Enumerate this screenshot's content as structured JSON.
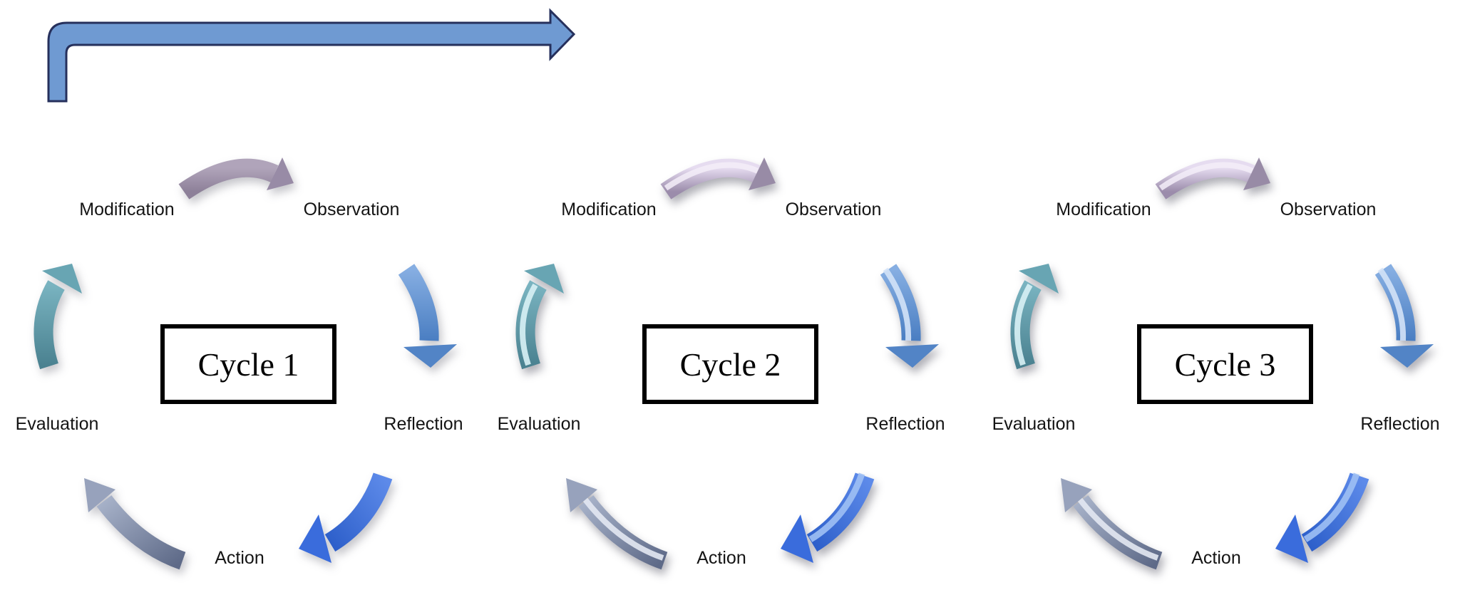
{
  "background": "#FFFFFF",
  "flow_arrow": {
    "fill": "#6F9AD2",
    "outline": "#26305C"
  },
  "text_color": "#141414",
  "box": {
    "border_color": "#000000",
    "background": "#FFFFFF"
  },
  "arrow_colors": {
    "modification_to_observation_flat": "#9C8FA9",
    "modification_to_observation_glossy": "#C9BBD8",
    "evaluation_to_modification": "#5E98A6",
    "observation_to_reflection": "#6396CE",
    "reflection_to_action": "#3E6FD9",
    "action_to_evaluation": "#8491AD"
  },
  "cycles": [
    {
      "title": "Cycle 1",
      "style": "flat",
      "stages": {
        "modification": "Modification",
        "observation": "Observation",
        "reflection": "Reflection",
        "action": "Action",
        "evaluation": "Evaluation"
      }
    },
    {
      "title": "Cycle 2",
      "style": "glossy",
      "stages": {
        "modification": "Modification",
        "observation": "Observation",
        "reflection": "Reflection",
        "action": "Action",
        "evaluation": "Evaluation"
      }
    },
    {
      "title": "Cycle 3",
      "style": "glossy",
      "stages": {
        "modification": "Modification",
        "observation": "Observation",
        "reflection": "Reflection",
        "action": "Action",
        "evaluation": "Evaluation"
      }
    }
  ]
}
